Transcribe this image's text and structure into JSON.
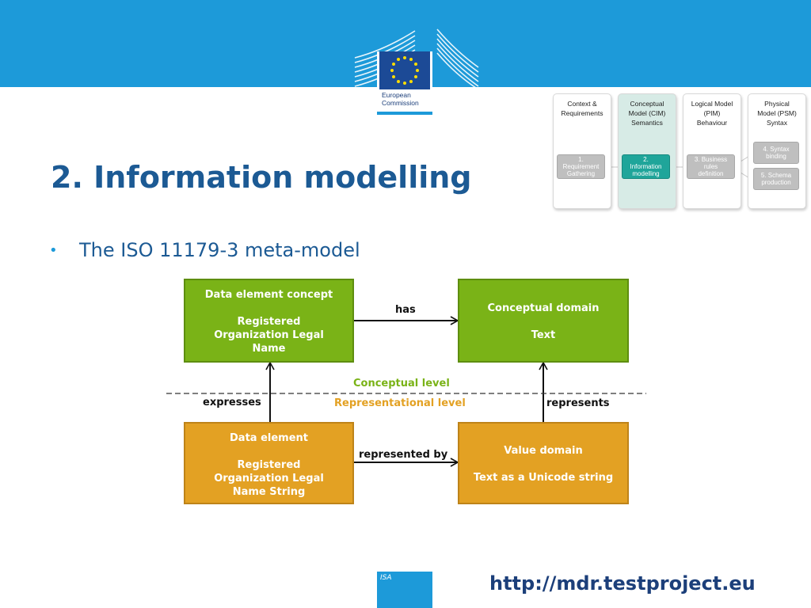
{
  "header": {
    "logo_text": [
      "European",
      "Commission"
    ]
  },
  "title": "2. Information modelling",
  "bullet": "The ISO 11179-3 meta-model",
  "process": {
    "columns": [
      {
        "lines": [
          "Context &",
          "Requirements"
        ],
        "steps": [
          {
            "lines": [
              "1.",
              "Requirement",
              "Gathering"
            ],
            "active": false
          }
        ]
      },
      {
        "lines": [
          "Conceptual",
          "Model (CIM)",
          "Semantics"
        ],
        "steps": [
          {
            "lines": [
              "2.",
              "Information",
              "modelling"
            ],
            "active": true
          }
        ]
      },
      {
        "lines": [
          "Logical Model",
          "(PIM)",
          "Behaviour"
        ],
        "steps": [
          {
            "lines": [
              "3. Business",
              "rules",
              "definition"
            ],
            "active": false
          }
        ]
      },
      {
        "lines": [
          "Physical",
          "Model (PSM)",
          "Syntax"
        ],
        "steps": [
          {
            "lines": [
              "4. Syntax",
              "binding"
            ],
            "active": false
          },
          {
            "lines": [
              "5. Schema",
              "production"
            ],
            "active": false
          }
        ]
      }
    ]
  },
  "diagram": {
    "boxes": {
      "dec": [
        "Data element concept",
        "",
        "Registered",
        "Organization Legal",
        "Name"
      ],
      "cd": [
        "Conceptual domain",
        "",
        "Text"
      ],
      "de": [
        "Data element",
        "",
        "Registered",
        "Organization Legal",
        "Name String"
      ],
      "vd": [
        "Value domain",
        "",
        "Text as a Unicode string"
      ]
    },
    "relations": {
      "has": "has",
      "expresses": "expresses",
      "represents": "represents",
      "represented_by": "represented by"
    },
    "levels": {
      "conceptual": "Conceptual level",
      "representational": "Representational level"
    }
  },
  "footer": {
    "isa": "ISA",
    "url": "http://mdr.testproject.eu"
  },
  "colors": {
    "blue_band": "#1d9ad9",
    "title": "#1c5a94",
    "green": "#7ab317",
    "orange": "#e3a123",
    "teal": "#1fa59a"
  }
}
